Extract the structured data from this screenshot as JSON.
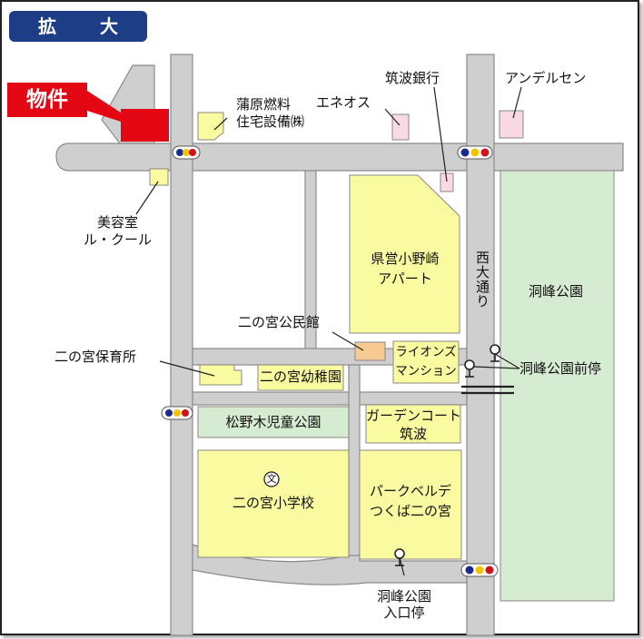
{
  "title": "拡　大　図",
  "property": "物件",
  "places": {
    "kamata": [
      "蒲原燃料",
      "住宅設備㈱"
    ],
    "biyoushitsu": [
      "美容室",
      "ル・クール"
    ],
    "tsukuba_bank": "筑波銀行",
    "eneos": "エネオス",
    "anderusen": "アンデルセン",
    "kenei": [
      "県営小野崎",
      "アパート"
    ],
    "nishi_odori": "西大通り",
    "dohou_park": "洞峰公園",
    "kouminkan": "二の宮公民館",
    "lions": [
      "ライオンズ",
      "マンション"
    ],
    "bus_park_front": "洞峰公園前停",
    "hoikusho": "二の宮保育所",
    "youchien": "二の宮幼稚園",
    "matsunoki_park": "松野木児童公園",
    "garden_court": [
      "ガーデンコート",
      "筑波"
    ],
    "school_mark": "文",
    "school": "二の宮小学校",
    "park_belle": [
      "パークベルデ",
      "つくば二の宮"
    ],
    "bus_park_entrance": [
      "洞峰公園",
      "入口停"
    ]
  },
  "colors": {
    "road": "#cfcfcf",
    "building": "#fafaa0",
    "building_pink": "#f9d9e4",
    "park": "#d6ecd2",
    "kouminkan": "#f7c993",
    "property": "#e30613",
    "badge": "#1d3d86"
  }
}
